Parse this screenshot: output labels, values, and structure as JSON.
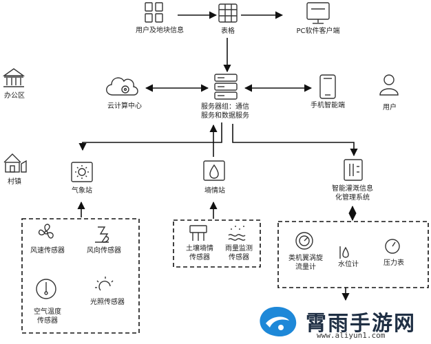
{
  "nodes": {
    "user_plot_info": "用户及地块信息",
    "table": "表格",
    "pc_client": "PC软件客户端",
    "office": "办公区",
    "cloud_center": "云计算中心",
    "server_group_line1": "服务器组：通信",
    "server_group_line2": "服务和数据服务",
    "mobile": "手机智能端",
    "user": "用户",
    "village": "村镇",
    "weather_station": "气象站",
    "soil_station": "墒情站",
    "irrigation_line1": "智能灌溉信息",
    "irrigation_line2": "化管理系统"
  },
  "sensors": {
    "wind_speed": "风速传感器",
    "wind_direction": "风向传感器",
    "air_temp_line1": "空气温度",
    "air_temp_line2": "传感器",
    "light": "光照传感器",
    "soil_moisture_line1": "土壤墒情",
    "soil_moisture_line2": "传感器",
    "rain_line1": "雨量监测",
    "rain_line2": "传感器",
    "vortex_line1": "类机翼涡旋",
    "vortex_line2": "流量计",
    "water_level": "水位计",
    "pressure": "压力表"
  },
  "watermark": {
    "brand": "霄雨手游网",
    "url": "www.aliyun1.com"
  },
  "colors": {
    "line": "#111111",
    "icon": "#333333",
    "watermark_blue": "#1e88d8",
    "watermark_dark": "#1f2f44"
  }
}
